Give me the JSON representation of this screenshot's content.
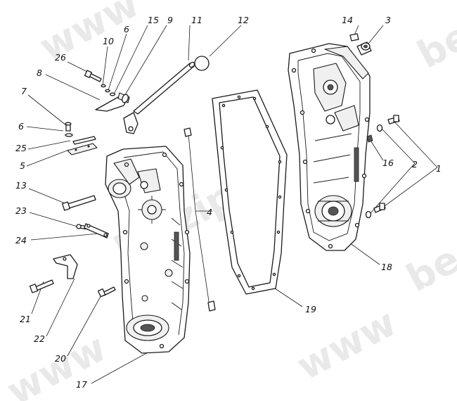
{
  "watermark": {
    "segments": [
      "www",
      "belzip.ru",
      "www",
      "be",
      "www",
      "be"
    ]
  },
  "callouts": {
    "c1": "1",
    "c2": "2",
    "c3": "3",
    "c4": "4",
    "c5": "5",
    "c6a": "6",
    "c6b": "6",
    "c7": "7",
    "c8": "8",
    "c9": "9",
    "c10": "10",
    "c11": "11",
    "c12": "12",
    "c13": "13",
    "c14": "14",
    "c15": "15",
    "c16": "16",
    "c17": "17",
    "c18": "18",
    "c19": "19",
    "c20": "20",
    "c21": "21",
    "c22": "22",
    "c23": "23",
    "c24": "24",
    "c25": "25",
    "c26": "26"
  }
}
